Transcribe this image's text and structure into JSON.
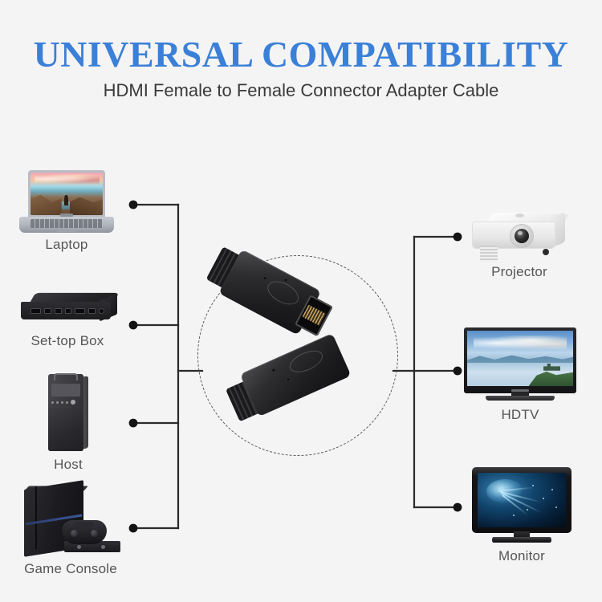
{
  "page": {
    "background_color": "#f4f4f4",
    "title": "UNIVERSAL COMPATIBILITY",
    "title_color": "#3b80d8",
    "subtitle": "HDMI Female to Female Connector Adapter Cable",
    "subtitle_color": "#3a3a3a"
  },
  "left_devices": [
    {
      "label": "Laptop",
      "icon": "laptop-icon"
    },
    {
      "label": "Set-top Box",
      "icon": "set-top-box-icon"
    },
    {
      "label": "Host",
      "icon": "pc-tower-icon"
    },
    {
      "label": "Game Console",
      "icon": "game-console-icon"
    }
  ],
  "right_devices": [
    {
      "label": "Projector",
      "icon": "projector-icon"
    },
    {
      "label": "HDTV",
      "icon": "hdtv-icon"
    },
    {
      "label": "Monitor",
      "icon": "monitor-icon"
    }
  ],
  "product": {
    "name": "HDMI female to female adapter",
    "icon": "hdmi-adapter-icon",
    "count": 2,
    "highlight_shape": "dashed-circle",
    "line_color": "#2b2b2b"
  }
}
